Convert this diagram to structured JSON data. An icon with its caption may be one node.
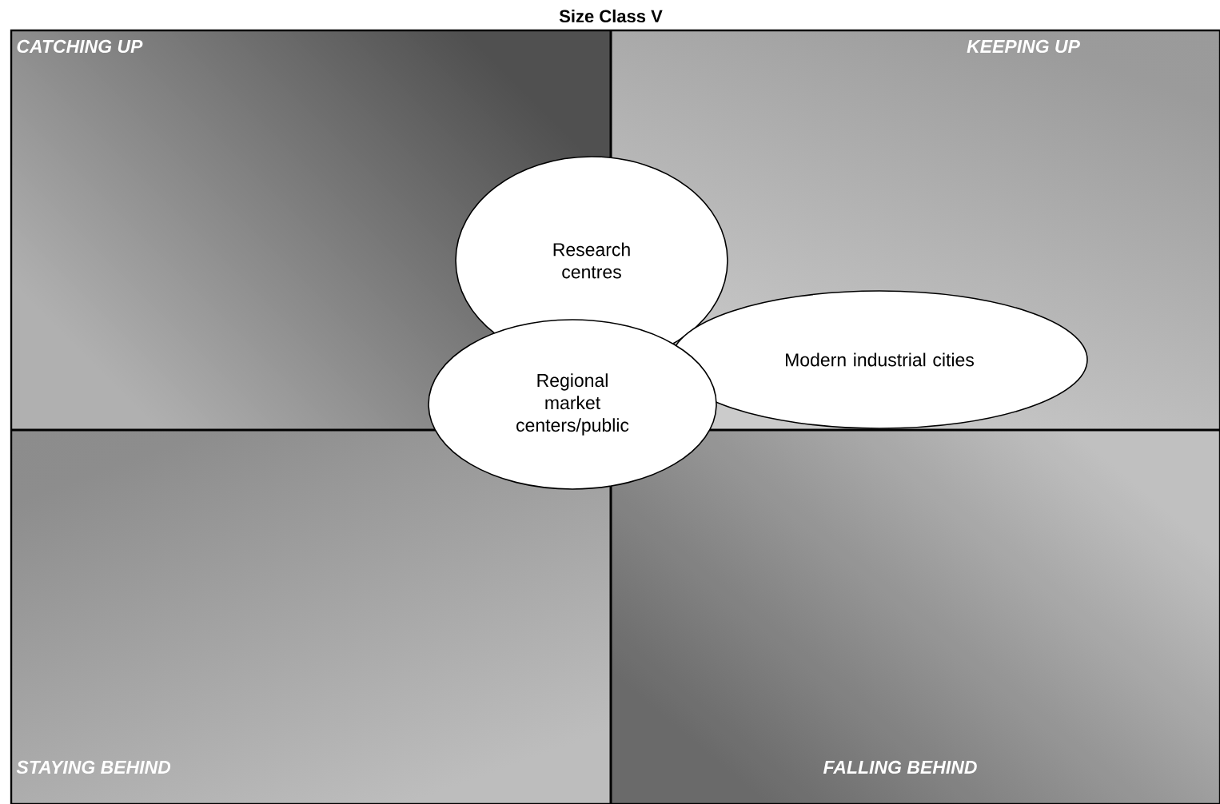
{
  "diagram": {
    "title": "Size Class V",
    "nodes": [
      {
        "text": [
          "Research centres"
        ]
      },
      {
        "text": [
          "Regional market centers/public"
        ]
      },
      {
        "text": [
          "Modern industrial cities"
        ]
      }
    ],
    "labels": [
      "CATCHING UP",
      "KEEPING UP",
      "STAYING BEHIND",
      "FALLING BEHIND"
    ]
  }
}
